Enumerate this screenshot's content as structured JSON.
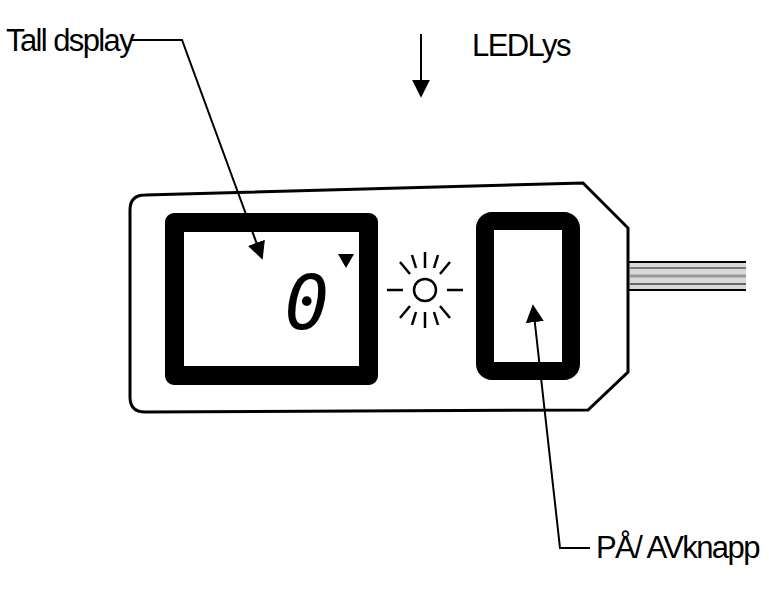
{
  "diagram": {
    "nodes": [
      {
        "text": [
          "0"
        ]
      }
    ],
    "labels": [
      "Tall dsplay",
      "LEDLys",
      "PÅ/ AVknapp"
    ]
  }
}
